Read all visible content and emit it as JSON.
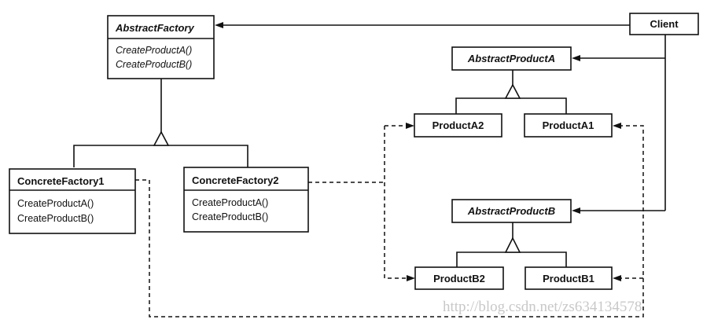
{
  "diagram": {
    "abstract_factory": {
      "name": "AbstractFactory",
      "operations": [
        "CreateProductA()",
        "CreateProductB()"
      ]
    },
    "concrete_factory_1": {
      "name": "ConcreteFactory1",
      "operations": [
        "CreateProductA()",
        "CreateProductB()"
      ]
    },
    "concrete_factory_2": {
      "name": "ConcreteFactory2",
      "operations": [
        "CreateProductA()",
        "CreateProductB()"
      ]
    },
    "client": {
      "name": "Client"
    },
    "abstract_product_a": {
      "name": "AbstractProductA"
    },
    "abstract_product_b": {
      "name": "AbstractProductB"
    },
    "product_a1": {
      "name": "ProductA1"
    },
    "product_a2": {
      "name": "ProductA2"
    },
    "product_b1": {
      "name": "ProductB1"
    },
    "product_b2": {
      "name": "ProductB2"
    },
    "watermark": "http://blog.csdn.net/zs634134578"
  }
}
